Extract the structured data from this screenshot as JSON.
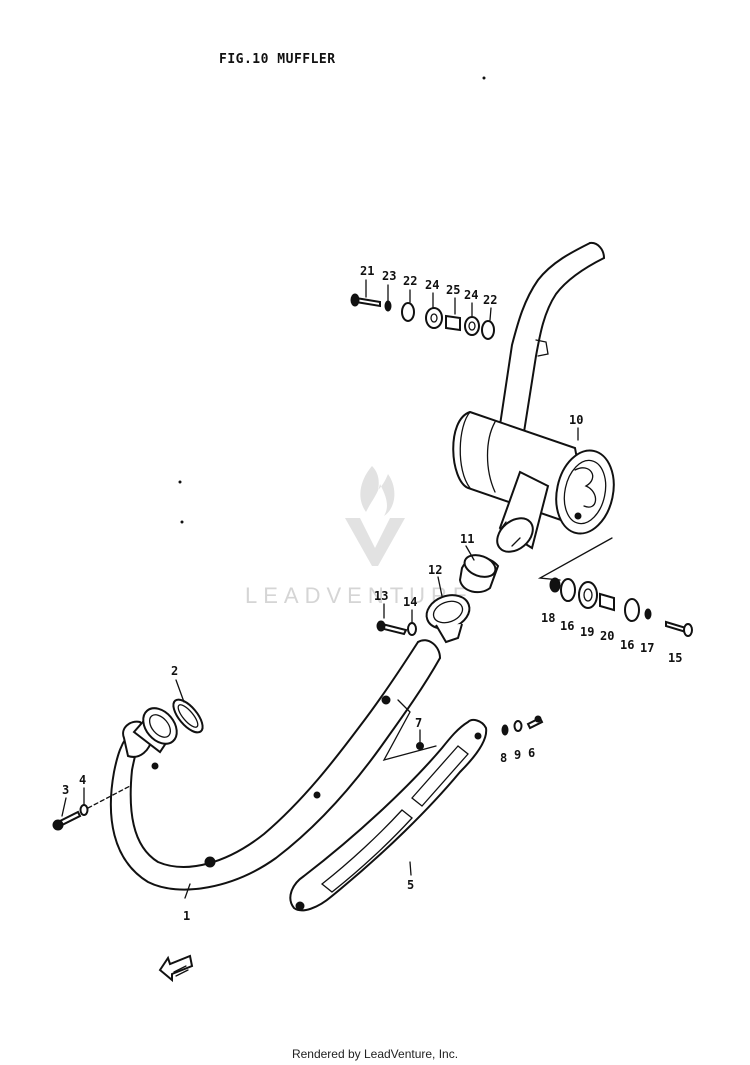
{
  "title": "FIG.10  MUFFLER",
  "footer": "Rendered by LeadVenture, Inc.",
  "watermark": "LEADVENTURE",
  "colors": {
    "line": "#111111",
    "watermark": "#d5d5d5",
    "background": "#ffffff"
  },
  "callouts": [
    {
      "id": "c1",
      "text": "1"
    },
    {
      "id": "c2",
      "text": "2"
    },
    {
      "id": "c3",
      "text": "3"
    },
    {
      "id": "c4",
      "text": "4"
    },
    {
      "id": "c5",
      "text": "5"
    },
    {
      "id": "c6",
      "text": "6"
    },
    {
      "id": "c7",
      "text": "7"
    },
    {
      "id": "c8",
      "text": "8"
    },
    {
      "id": "c9",
      "text": "9"
    },
    {
      "id": "c10",
      "text": "10"
    },
    {
      "id": "c11",
      "text": "11"
    },
    {
      "id": "c12",
      "text": "12"
    },
    {
      "id": "c13",
      "text": "13"
    },
    {
      "id": "c14",
      "text": "14"
    },
    {
      "id": "c15",
      "text": "15"
    },
    {
      "id": "c16a",
      "text": "16"
    },
    {
      "id": "c16b",
      "text": "16"
    },
    {
      "id": "c17",
      "text": "17"
    },
    {
      "id": "c18",
      "text": "18"
    },
    {
      "id": "c19",
      "text": "19"
    },
    {
      "id": "c20",
      "text": "20"
    },
    {
      "id": "c21",
      "text": "21"
    },
    {
      "id": "c22a",
      "text": "22"
    },
    {
      "id": "c22b",
      "text": "22"
    },
    {
      "id": "c23",
      "text": "23"
    },
    {
      "id": "c24a",
      "text": "24"
    },
    {
      "id": "c24b",
      "text": "24"
    },
    {
      "id": "c25",
      "text": "25"
    }
  ]
}
